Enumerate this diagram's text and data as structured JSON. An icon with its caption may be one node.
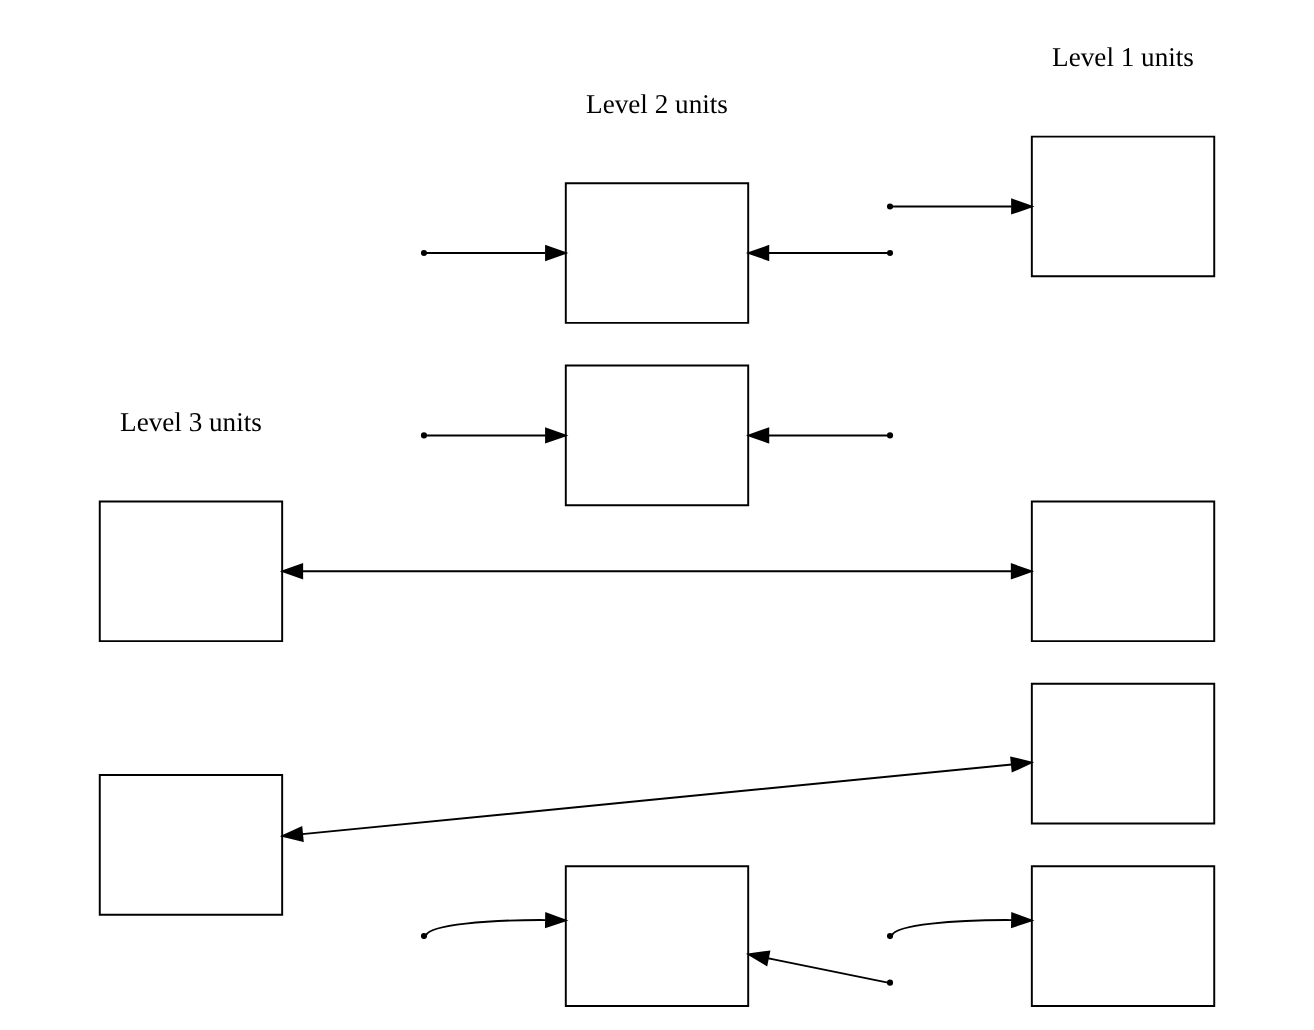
{
  "diagram": {
    "nodes": [
      {
        "text": [],
        "shape": "box"
      },
      {
        "text": [],
        "shape": "box"
      },
      {
        "text": [],
        "shape": "box"
      },
      {
        "text": [],
        "shape": "box"
      },
      {
        "text": [],
        "shape": "box"
      },
      {
        "text": [],
        "shape": "box"
      },
      {
        "text": [],
        "shape": "box"
      },
      {
        "text": [],
        "shape": "box"
      },
      {
        "text": [],
        "shape": "box"
      }
    ],
    "edges": [
      {
        "from": 0,
        "to": 6,
        "arrow": "both"
      },
      {
        "from": 1,
        "to": 7,
        "arrow": "both"
      },
      {
        "from": null,
        "to": 2,
        "arrow": "to"
      },
      {
        "from": null,
        "to": 3,
        "arrow": "to"
      },
      {
        "from": null,
        "to": 4,
        "arrow": "to"
      },
      {
        "from": null,
        "to": 5,
        "arrow": "to"
      },
      {
        "from": null,
        "to": 8,
        "arrow": "to"
      },
      {
        "from": null,
        "to": 2,
        "arrow": "to"
      },
      {
        "from": null,
        "to": 3,
        "arrow": "to"
      },
      {
        "from": null,
        "to": 4,
        "arrow": "to"
      }
    ],
    "labels": [
      "Level 3 units",
      "Level 2 units",
      "Level 1 units"
    ]
  }
}
